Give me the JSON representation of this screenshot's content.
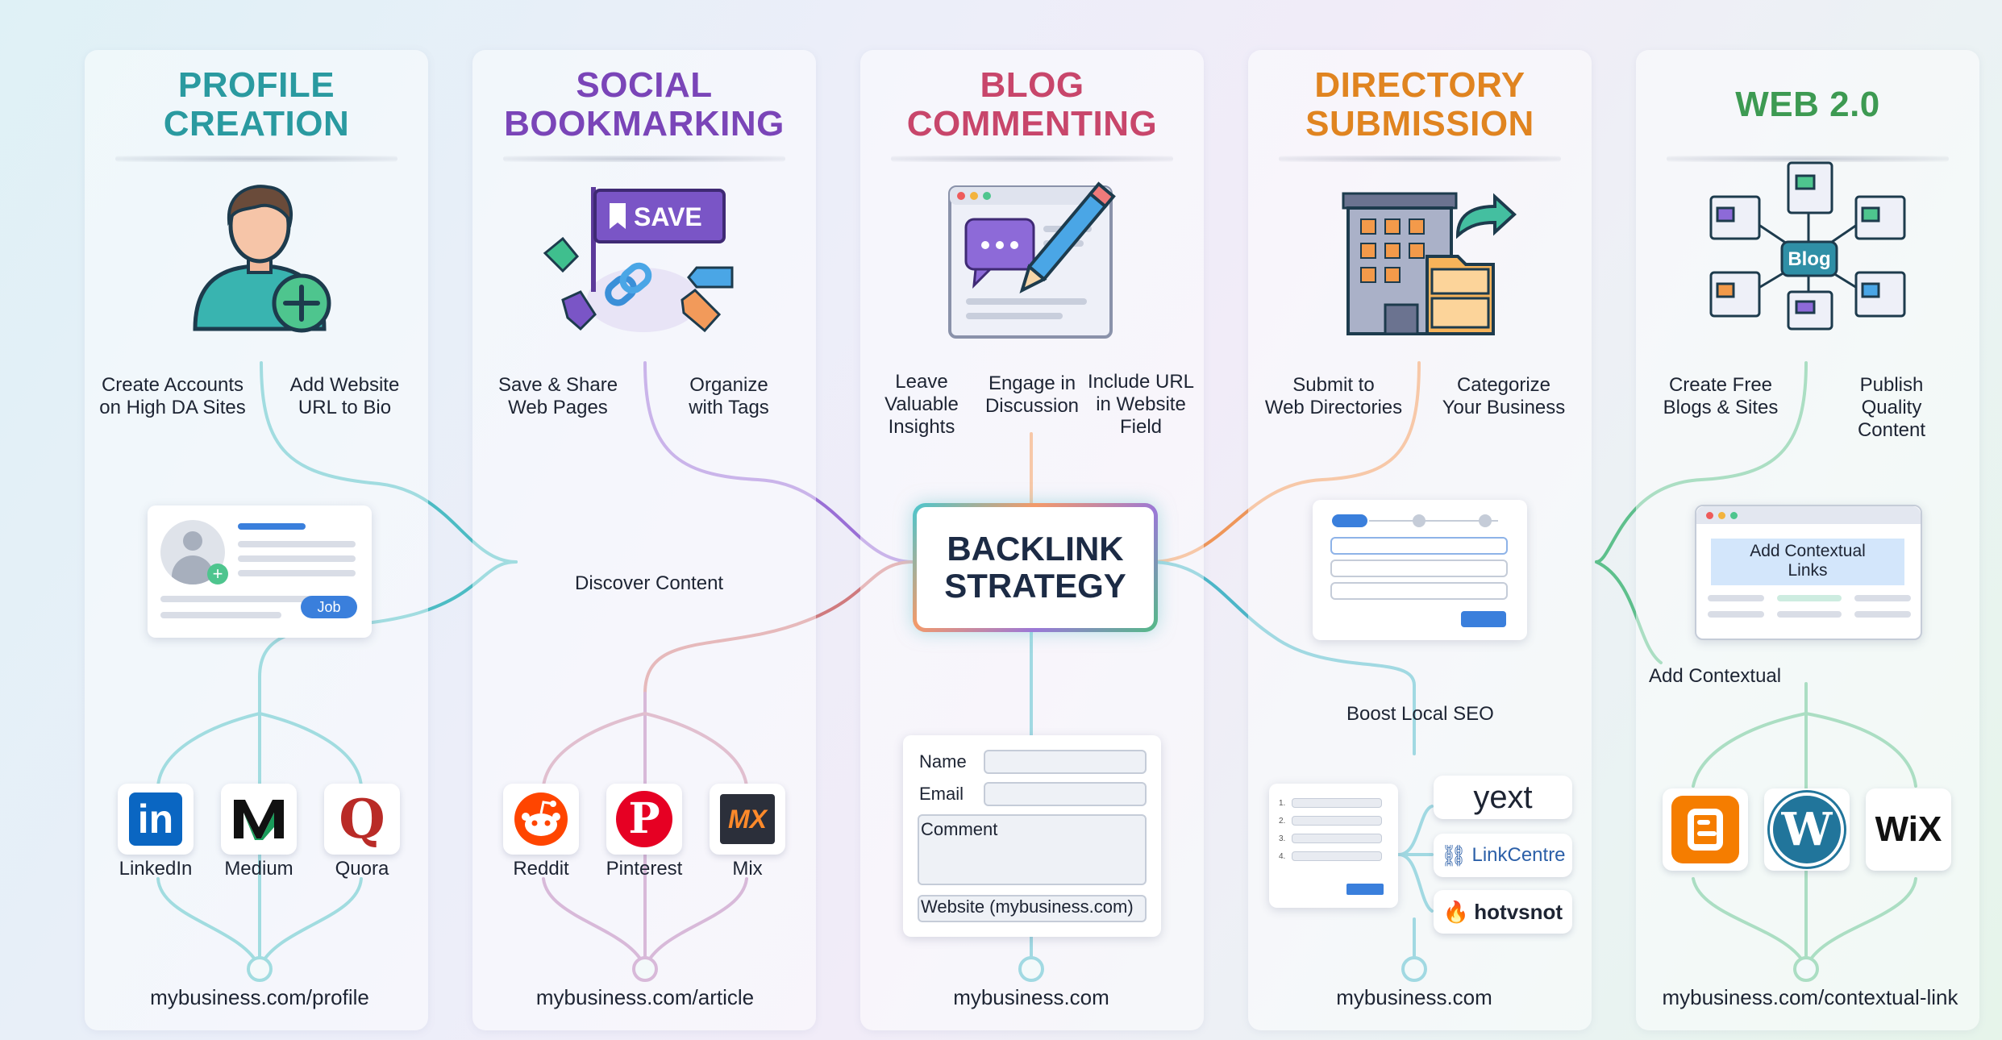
{
  "center_node": "BACKLINK\nSTRATEGY",
  "columns": [
    {
      "title": "PROFILE\nCREATION",
      "color": "#2a9aa0",
      "tasks": [
        "Create Accounts\non High DA Sites",
        "Add Website\nURL to Bio"
      ],
      "card_badge": "Job",
      "platforms": [
        "LinkedIn",
        "Medium",
        "Quora"
      ],
      "url": "mybusiness.com/profile"
    },
    {
      "title": "SOCIAL\nBOOKMARKING",
      "color": "#7a45b8",
      "tag_label": "SAVE",
      "tasks": [
        "Save & Share\nWeb Pages",
        "Organize\nwith Tags"
      ],
      "platforms": [
        "Reddit",
        "Pinterest",
        "Mix"
      ],
      "url": "mybusiness.com/article"
    },
    {
      "title": "BLOG\nCOMMENTING",
      "color": "#c8466b",
      "tasks": [
        "Leave\nValuable\nInsights",
        "Engage in\nDiscussion",
        "Include URL\nin Website\nField"
      ],
      "form": {
        "name_label": "Name",
        "email_label": "Email",
        "comment_label": "Comment",
        "website_label": "Website (mybusiness.com)"
      },
      "url": "mybusiness.com"
    },
    {
      "title": "DIRECTORY\nSUBMISSION",
      "color": "#e08420",
      "tasks": [
        "Submit to\nWeb Directories",
        "Categorize\nYour Business"
      ],
      "platforms": [
        "yext",
        "LinkCentre",
        "hotvsnot"
      ],
      "url": "mybusiness.com"
    },
    {
      "title": "WEB 2.0",
      "color": "#3d9a52",
      "hub_label": "Blog",
      "tasks": [
        "Create Free\nBlogs & Sites",
        "Publish\nQuality\nContent"
      ],
      "card_text": "Add Contextual\nLinks",
      "platforms": [
        "Blogger",
        "WordPress",
        "WiX"
      ],
      "url": "mybusiness.com/contextual-link"
    }
  ],
  "branch_labels": {
    "discover": "Discover Content",
    "local_seo": "Boost Local SEO",
    "contextual": "Add Contextual"
  },
  "icons": [
    "person-add-icon",
    "save-tag-icon",
    "comment-pencil-icon",
    "building-folder-icon",
    "blog-network-icon"
  ]
}
